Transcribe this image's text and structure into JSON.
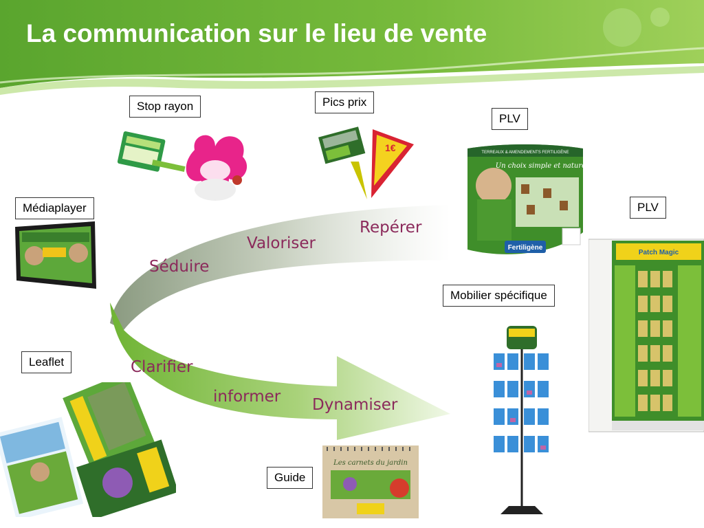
{
  "slide": {
    "title": "La communication sur le lieu de vente"
  },
  "flow": {
    "upper_words": [
      "Repérer",
      "Valoriser",
      "Séduire"
    ],
    "lower_words": [
      "Clarifier",
      "informer",
      "Dynamiser"
    ]
  },
  "labels": {
    "stop_rayon": "Stop rayon",
    "pics_prix": "Pics prix",
    "plv_top": "PLV",
    "plv_right": "PLV",
    "mediaplayer": "Médiaplayer",
    "mobilier": "Mobilier spécifique",
    "leaflet": "Leaflet",
    "guide": "Guide"
  },
  "product_texts": {
    "plv_slogan": "Un choix simple et naturel",
    "plv_brand": "Fertiligène",
    "plv_banner": "TERREAUX & AMENDEMENTS FERTILIGÈNE",
    "price_tag": "1€",
    "guide_title": "Les carnets du jardin",
    "patch_magic": "Patch Magic"
  },
  "colors": {
    "header_green": "#6db33f",
    "flow_green": "#7cbf3a",
    "flow_word": "#8b2a5b"
  }
}
